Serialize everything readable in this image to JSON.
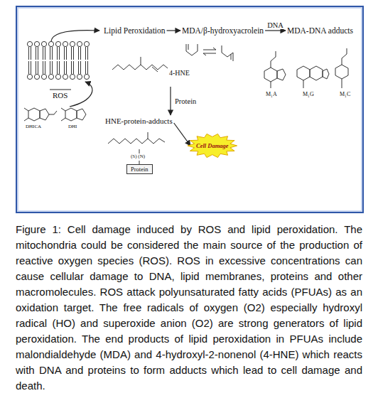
{
  "diagram": {
    "caption": "Figure 1: Cell damage induced by ROS and lipid peroxidation. The mitochondria could be considered the main source of the production of reactive oxygen species (ROS). ROS in excessive concentrations can cause cellular damage to DNA, lipid membranes, proteins and other macromolecules. ROS attack polyunsaturated fatty acids (PFUAs) as an oxidation target. The free radicals of oxygen (O2) especially hydroxyl radical (HO) and superoxide anion (O2) are strong generators of lipid peroxidation. The end products of lipid peroxidation in PFUAs include malondialdehyde (MDA) and 4-hydroxyl-2-nonenol (4-HNE) which reacts with DNA and proteins to form adducts which lead to cell damage and death.",
    "nodes": [
      {
        "text": [
          "Lipid Peroxidation"
        ]
      },
      {
        "text": [
          "MDA/β-hydroxyacrolein"
        ]
      },
      {
        "text": [
          "MDA-DNA adducts"
        ]
      },
      {
        "text": [
          "4-HNE"
        ]
      },
      {
        "text": [
          "HNE-protein-adducts"
        ]
      },
      {
        "text": [
          "Cell Damage"
        ]
      },
      {
        "text": [
          "Protein"
        ]
      }
    ],
    "edges": [
      {
        "from": 0,
        "to": 1,
        "arrow": "to"
      },
      {
        "from": 1,
        "to": 2,
        "label": "DNA",
        "arrow": "to"
      },
      {
        "from": 3,
        "to": 4,
        "label": "Protein",
        "arrow": "to"
      },
      {
        "from": 4,
        "to": 5,
        "arrow": "to"
      }
    ],
    "labels": [
      "ROS",
      "DHICA",
      "DHI",
      "M₁A",
      "M₁G",
      "M₁C",
      "(S) (N)"
    ]
  }
}
